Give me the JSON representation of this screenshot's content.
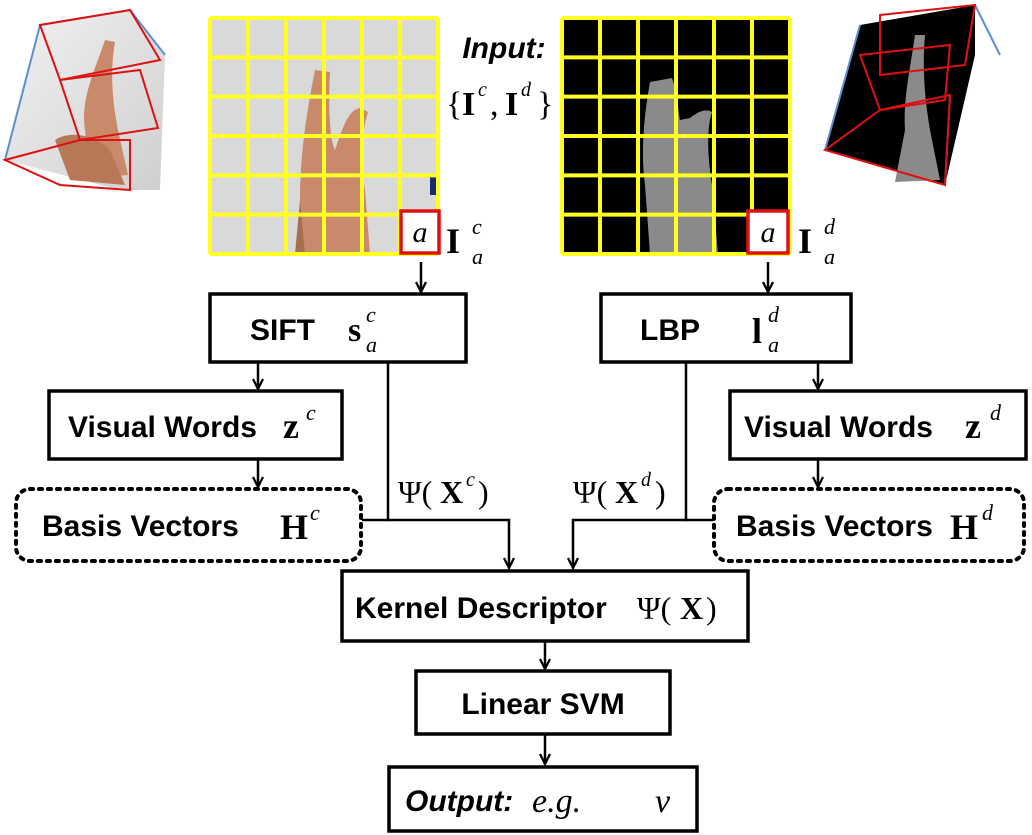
{
  "input": {
    "label": "Input:",
    "set_open": "{",
    "set_close": "}",
    "set_sep": ",",
    "set_I1": "I",
    "set_I1_sup": "c",
    "set_I2": "I",
    "set_I2_sup": "d"
  },
  "patch": {
    "letter": "a"
  },
  "color_patch": {
    "sym": "I",
    "sup": "c",
    "sub": "a"
  },
  "depth_patch": {
    "sym": "I",
    "sup": "d",
    "sub": "a"
  },
  "sift": {
    "label": "SIFT",
    "sym": "s",
    "sup": "c",
    "sub": "a"
  },
  "lbp": {
    "label": "LBP",
    "sym": "l",
    "sup": "d",
    "sub": "a"
  },
  "vw_color": {
    "label": "Visual Words",
    "sym": "z",
    "sup": "c"
  },
  "vw_depth": {
    "label": "Visual Words",
    "sym": "z",
    "sup": "d"
  },
  "basis_color": {
    "label": "Basis Vectors",
    "sym": "H",
    "sup": "c"
  },
  "basis_depth": {
    "label": "Basis Vectors",
    "sym": "H",
    "sup": "d"
  },
  "psi_color": {
    "psi": "Ψ(",
    "sym": "X",
    "sup": "c",
    "close": ")"
  },
  "psi_depth": {
    "psi": "Ψ(",
    "sym": "X",
    "sup": "d",
    "close": ")"
  },
  "kernel": {
    "label": "Kernel Descriptor",
    "psi": "Ψ(",
    "sym": "X",
    "close": ")"
  },
  "svm": {
    "label": "Linear SVM"
  },
  "output": {
    "label": "Output:",
    "eg": "e.g.",
    "v": "v"
  },
  "colors": {
    "grid_line": "#ffff22",
    "patch_border": "#dd1111",
    "color_bg": "#d9d9d9",
    "depth_bg": "#000000",
    "hand_color": "#c98a6c",
    "hand_depth": "#8a8a8a",
    "pyramid_edge": "#5b8fd0"
  }
}
